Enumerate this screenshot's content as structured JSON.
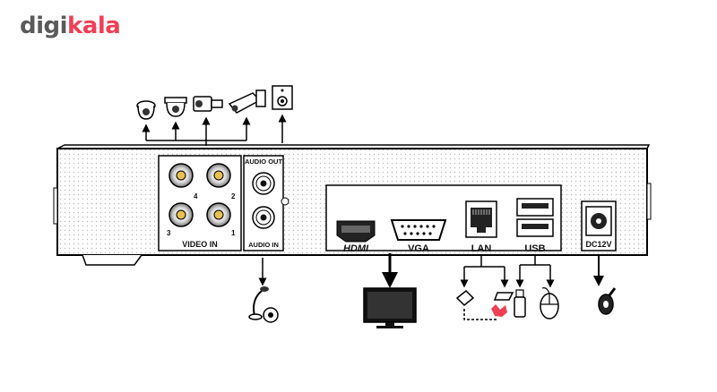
{
  "brand": {
    "part1": "digi",
    "part2": "kala",
    "accent": "#ef4056",
    "gray": "#5a5a5a"
  },
  "labels": {
    "video_in": "VIDEO IN",
    "audio_out": "AUDIO OUT",
    "audio_in": "AUDIO IN",
    "hdmi": "HDMI",
    "vga": "VGA",
    "lan": "LAN",
    "usb": "USB",
    "dc": "DC12V",
    "ch4": "4",
    "ch2": "2",
    "ch3": "3",
    "ch1": "1"
  },
  "icons": [
    "dome-camera-icon",
    "dome-camera-icon",
    "bullet-camera-icon",
    "bullet-camera-icon",
    "speaker-icon",
    "microphone-icon",
    "monitor-icon",
    "router-icon",
    "hdd-icon",
    "usb-drive-icon",
    "mouse-icon",
    "power-adapter-icon"
  ]
}
